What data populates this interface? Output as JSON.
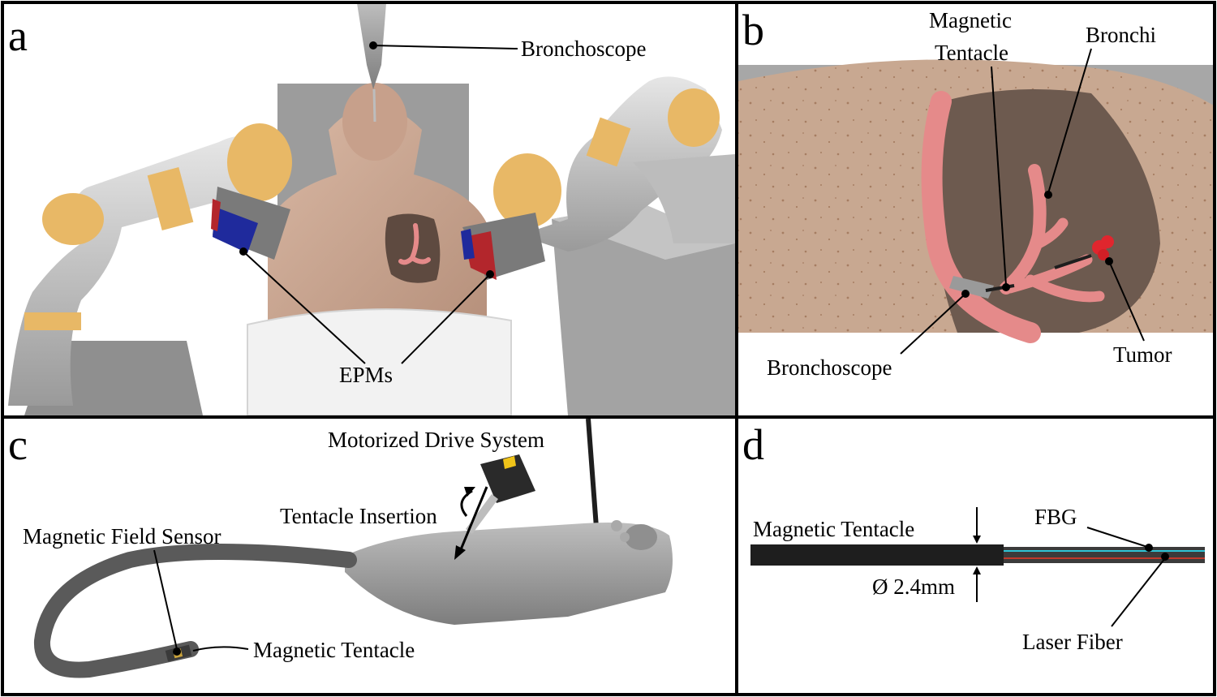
{
  "panels": {
    "a": {
      "letter": "a",
      "labels": {
        "bronchoscope": "Bronchoscope",
        "epms": "EPMs"
      }
    },
    "b": {
      "letter": "b",
      "labels": {
        "magnetic_tentacle_line1": "Magnetic",
        "magnetic_tentacle_line2": "Tentacle",
        "bronchi": "Bronchi",
        "bronchoscope": "Bronchoscope",
        "tumor": "Tumor"
      }
    },
    "c": {
      "letter": "c",
      "labels": {
        "motorized_drive_system": "Motorized Drive System",
        "tentacle_insertion": "Tentacle Insertion",
        "magnetic_field_sensor": "Magnetic Field Sensor",
        "magnetic_tentacle": "Magnetic Tentacle"
      }
    },
    "d": {
      "letter": "d",
      "labels": {
        "magnetic_tentacle": "Magnetic Tentacle",
        "fbg": "FBG",
        "diameter": "Ø 2.4mm",
        "laser_fiber": "Laser Fiber"
      }
    }
  },
  "colors": {
    "border": "#000000",
    "robot_arm": "#c8c8c8",
    "robot_joint": "#e8b866",
    "epm_blue": "#1f2a9c",
    "epm_red": "#b3262c",
    "skin": "#c9a48e",
    "bronchi": "#e58a8a",
    "tumor": "#e0262e",
    "fbg_fiber": "#2ec4d6",
    "laser_fiber": "#c0392b",
    "tentacle": "#1e1e1e"
  }
}
